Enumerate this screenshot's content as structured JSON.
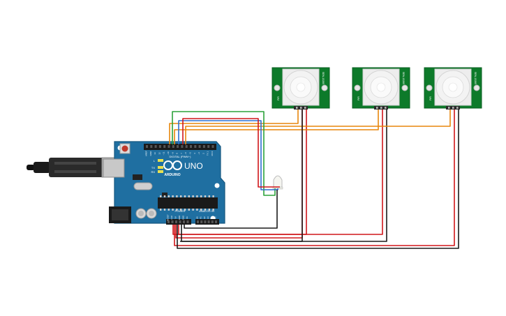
{
  "arduino": {
    "brand_text": "UNO",
    "logo_text": "ARDUINO",
    "digital_header": "DIGITAL (PWM~)",
    "power_label": "POWER",
    "analog_label": "ANALOG IN",
    "led_labels": [
      "L",
      "TX",
      "RX"
    ],
    "on_label": "ON",
    "digital_pins": [
      "AREF",
      "GND",
      "13",
      "12",
      "~11",
      "~10",
      "~9",
      "8",
      "7",
      "~6",
      "~5",
      "4",
      "~3",
      "2",
      "TX 1",
      "RX 0"
    ],
    "power_pins": [
      "IOREF",
      "RESET",
      "3.3V",
      "5V",
      "GND",
      "GND",
      "Vin"
    ],
    "analog_pins": [
      "A0",
      "A1",
      "A2",
      "A3",
      "A4",
      "A5"
    ]
  },
  "sensors": [
    {
      "id": "pir-1",
      "left_text": "PIR",
      "right_text": "SEN-13285"
    },
    {
      "id": "pir-2",
      "left_text": "PIR",
      "right_text": "SEN-13285"
    },
    {
      "id": "pir-3",
      "left_text": "PIR",
      "right_text": "SEN-13285"
    }
  ],
  "colors": {
    "board": "#1f6fa1",
    "sensor_pcb": "#0d7a2a",
    "wire_red": "#d0161a",
    "wire_black": "#1a1a1a",
    "wire_orange": "#e8860c",
    "wire_green": "#2ba23a",
    "wire_blue": "#2d6fd0"
  }
}
